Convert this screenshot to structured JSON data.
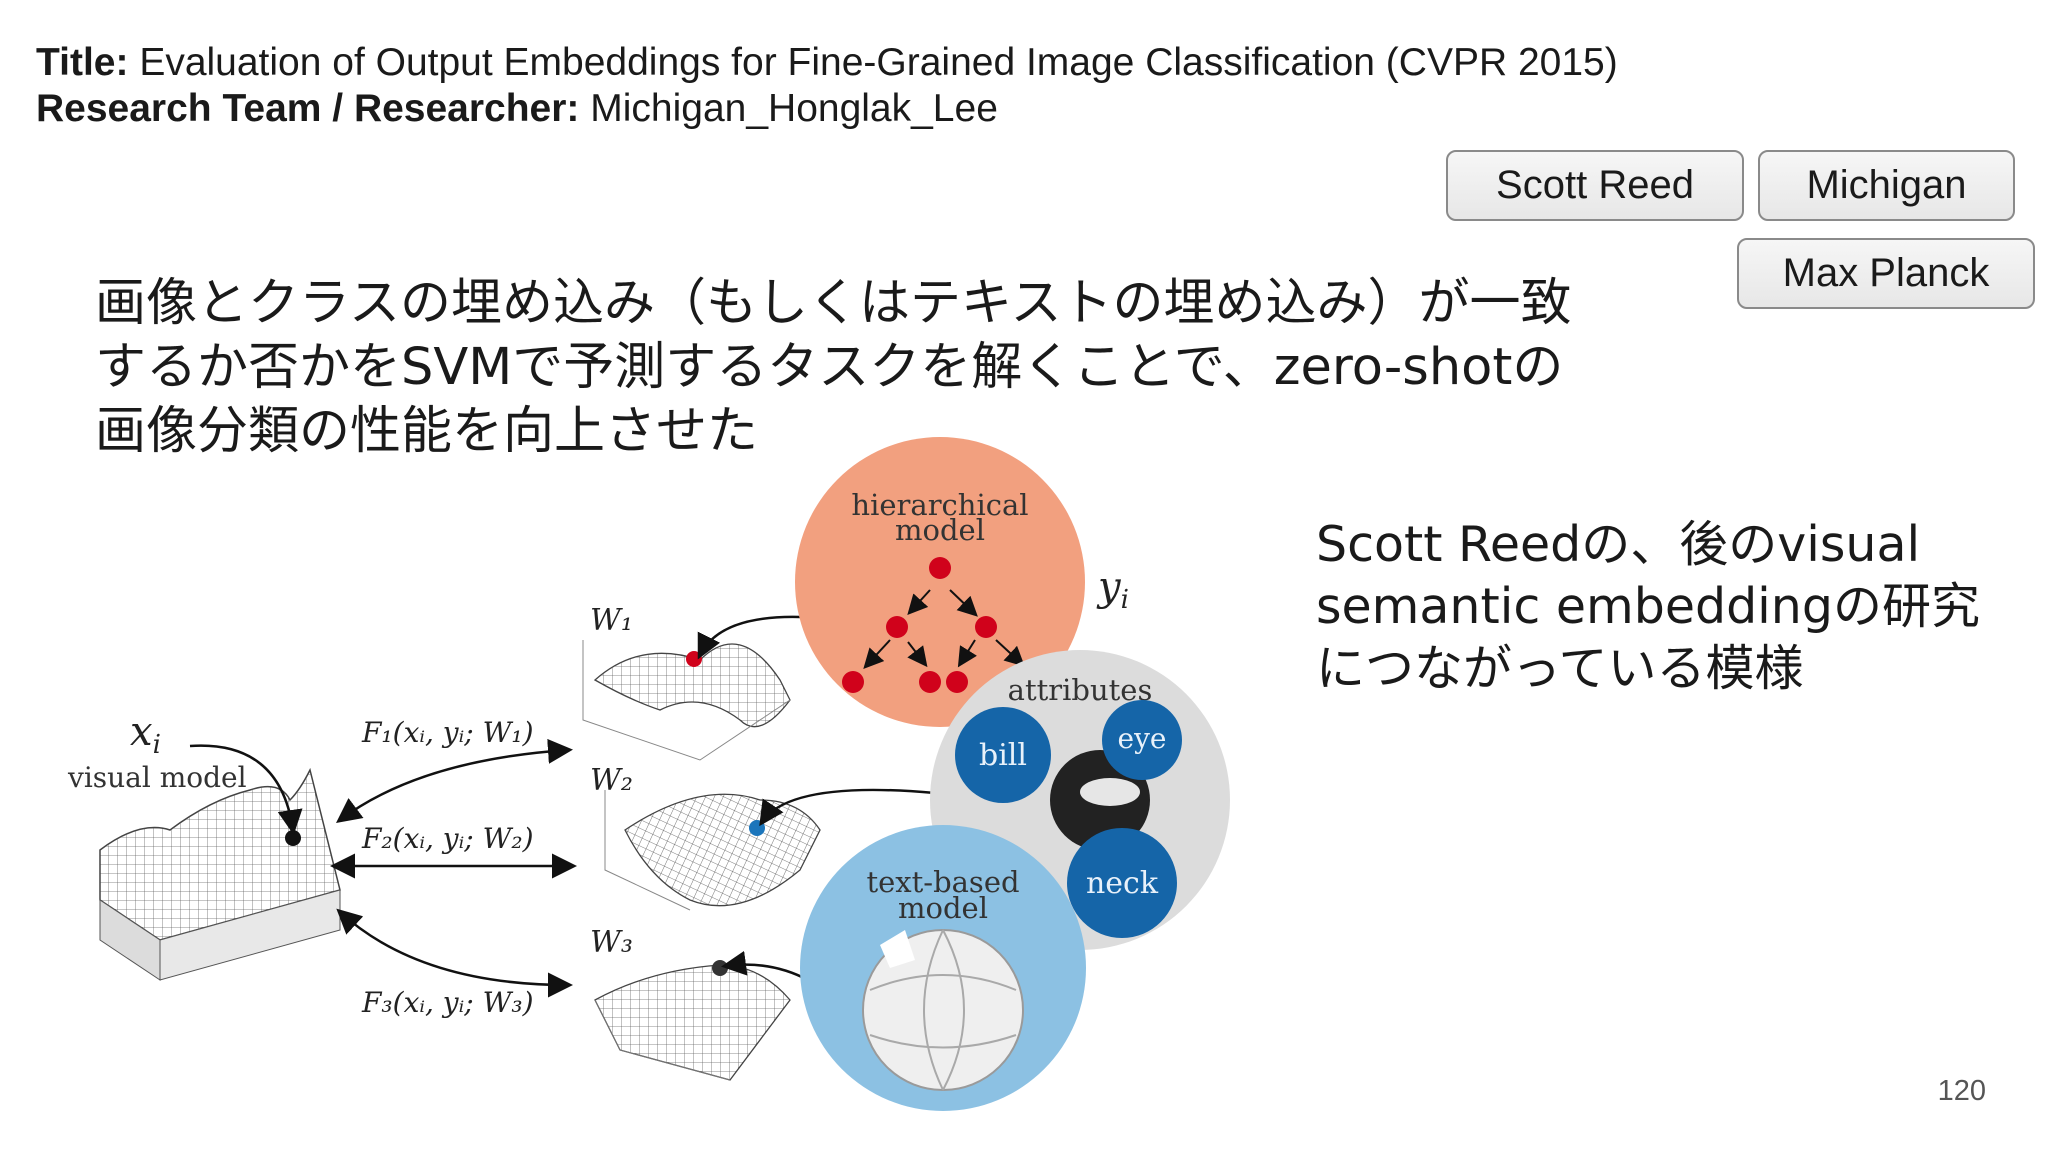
{
  "header": {
    "title_label": "Title:",
    "title_value": "Evaluation of Output Embeddings for Fine-Grained Image Classification (CVPR 2015)",
    "team_label": "Research Team / Researcher:",
    "team_value": "Michigan_Honglak_Lee"
  },
  "tags": [
    "Scott Reed",
    "Michigan",
    "Max Planck"
  ],
  "main_text": [
    "画像とクラスの埋め込み（もしくはテキストの埋め込み）が一致",
    "するか否かをSVMで予測するタスクを解くことで、zero-shotの",
    "画像分類の性能を向上させた"
  ],
  "side_text": [
    "Scott Reedの、後のvisual",
    "semantic embeddingの研究",
    "につながっている模様"
  ],
  "figure": {
    "x_label": "x",
    "x_sub": "i",
    "visual_model": "visual model",
    "y_label": "y",
    "y_sub": "i",
    "f1": "F₁(xᵢ, yᵢ; W₁)",
    "f2": "F₂(xᵢ, yᵢ; W₂)",
    "f3": "F₃(xᵢ, yᵢ; W₃)",
    "w1": "W₁",
    "w2": "W₂",
    "w3": "W₃",
    "hier_line1": "hierarchical",
    "hier_line2": "model",
    "attributes": "attributes",
    "bill": "bill",
    "eye": "eye",
    "neck": "neck",
    "text_line1": "text-based",
    "text_line2": "model",
    "colors": {
      "hierarchical": "#f2a07f",
      "attributes": "#dcdcdc",
      "attr_node": "#1565a8",
      "text_based": "#8cc1e3",
      "red_node": "#d0021b"
    }
  },
  "page_number": "120"
}
